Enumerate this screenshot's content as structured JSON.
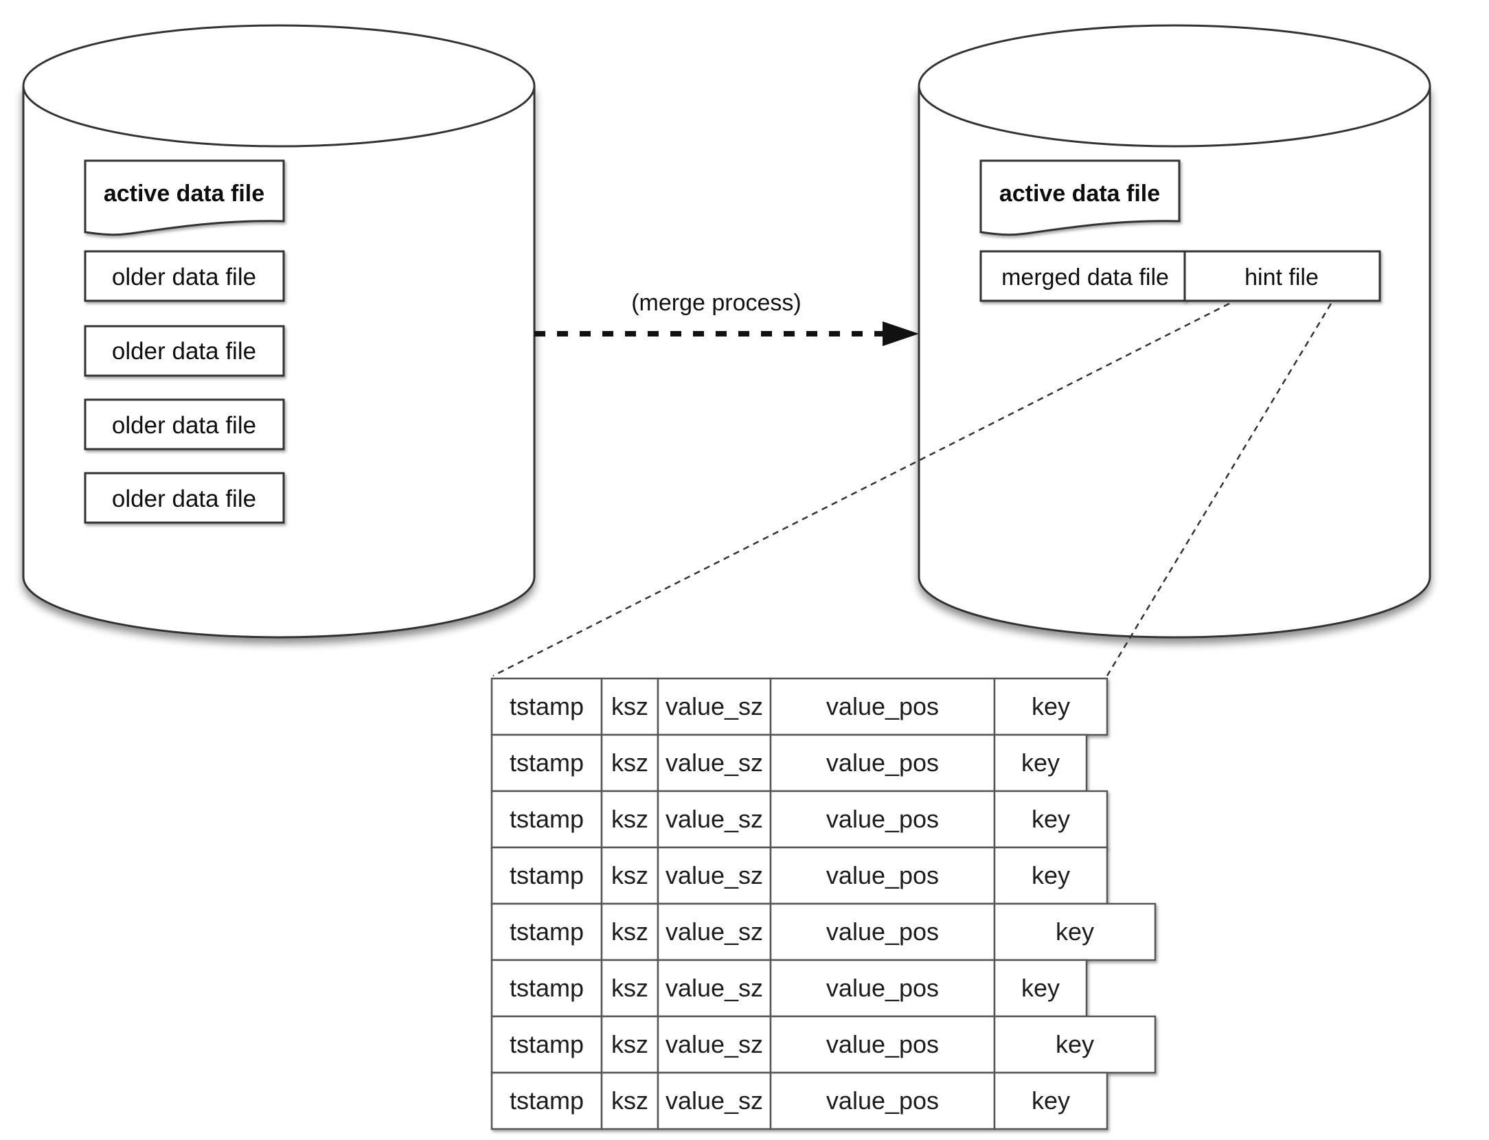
{
  "source_store": {
    "active_file_label": "active data file",
    "older_file_labels": [
      "older data file",
      "older data file",
      "older data file",
      "older data file"
    ]
  },
  "merge_arrow": {
    "label": "(merge process)"
  },
  "merged_store": {
    "active_file_label": "active data file",
    "merged_file_label": "merged data file",
    "hint_file_label": "hint file"
  },
  "hint_table": {
    "columns": [
      "tstamp",
      "ksz",
      "value_sz",
      "value_pos",
      "key"
    ],
    "rows": [
      [
        "tstamp",
        "ksz",
        "value_sz",
        "value_pos",
        "key"
      ],
      [
        "tstamp",
        "ksz",
        "value_sz",
        "value_pos",
        "key"
      ],
      [
        "tstamp",
        "ksz",
        "value_sz",
        "value_pos",
        "key"
      ],
      [
        "tstamp",
        "ksz",
        "value_sz",
        "value_pos",
        "key"
      ],
      [
        "tstamp",
        "ksz",
        "value_sz",
        "value_pos",
        "key"
      ],
      [
        "tstamp",
        "ksz",
        "value_sz",
        "value_pos",
        "key"
      ],
      [
        "tstamp",
        "ksz",
        "value_sz",
        "value_pos",
        "key"
      ],
      [
        "tstamp",
        "ksz",
        "value_sz",
        "value_pos",
        "key"
      ]
    ]
  }
}
